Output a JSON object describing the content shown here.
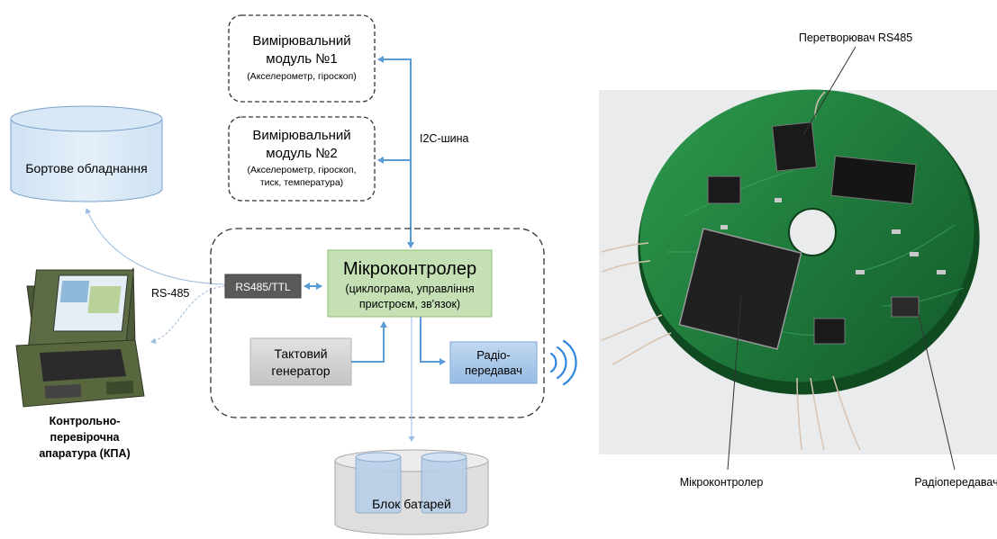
{
  "diagram": {
    "module1": {
      "title_line1": "Вимірювальний",
      "title_line2": "модуль №1",
      "subtitle": "(Акселерометр, гіроскоп)"
    },
    "module2": {
      "title_line1": "Вимірювальний",
      "title_line2": "модуль №2",
      "subtitle_line1": "(Акселерометр, гіроскоп,",
      "subtitle_line2": "тиск, температура)"
    },
    "i2c_label": "I2C-шина",
    "onboard": "Бортове обладнання",
    "rs485_label": "RS-485",
    "converter": "RS485/TTL",
    "mcu": {
      "title": "Мікроконтролер",
      "line1": "(циклограма, управління",
      "line2": "пристроєм, зв'язок)"
    },
    "clock": {
      "line1": "Тактовий",
      "line2": "генератор"
    },
    "radio": {
      "line1": "Радіо-",
      "line2": "передавач"
    },
    "battery": "Блок батарей",
    "kpa": {
      "line1": "Контрольно-",
      "line2": "перевірочна",
      "line3": "апаратура (КПА)"
    }
  },
  "photo_labels": {
    "converter": "Перетворювач RS485",
    "mcu": "Мікроконтролер",
    "radio": "Радіопередавач"
  },
  "colors": {
    "arrow_blue": "#5b9bd5",
    "mcu_fill": "#c5e0b4",
    "mcu_stroke": "#8fbf73",
    "converter_fill": "#595959",
    "clock_fill": "#d0d0d0",
    "radio_fill": "#a9c8ea",
    "pcb_green": "#1f7a3c"
  },
  "icons": [
    "laptop-icon",
    "wireless-signal-icon",
    "pcb-photo"
  ]
}
